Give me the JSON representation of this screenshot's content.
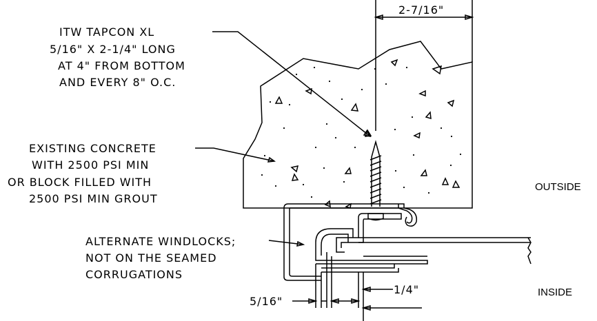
{
  "labels": {
    "anchor": [
      "ITW TAPCON XL",
      "5/16\" X 2-1/4\" LONG",
      "AT 4\" FROM BOTTOM",
      "AND EVERY 8\" O.C."
    ],
    "substrate": [
      "EXISTING CONCRETE",
      "WITH 2500 PSI MIN",
      "OR BLOCK FILLED WITH",
      "2500 PSI MIN GROUT"
    ],
    "windlocks": [
      "ALTERNATE WINDLOCKS;",
      "NOT ON THE SEAMED",
      "CORRUGATIONS"
    ],
    "outside": "OUTSIDE",
    "inside": "INSIDE"
  },
  "dimensions": {
    "top": "2-7/16\"",
    "left_bottom": "5/16\"",
    "right_bottom": "1/4\""
  }
}
